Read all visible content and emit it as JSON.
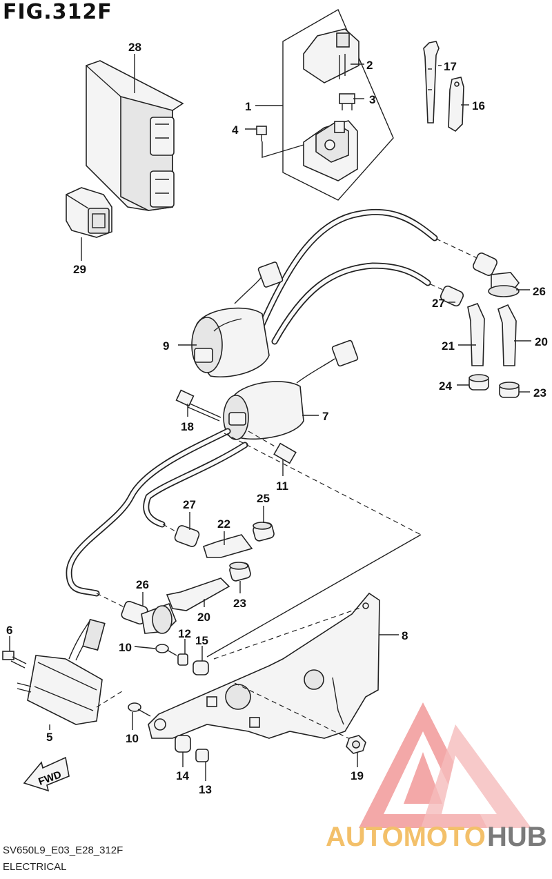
{
  "header": {
    "title": "FIG.312F"
  },
  "footer": {
    "code": "SV650L9_E03_E28_312F",
    "section": "ELECTRICAL"
  },
  "callouts": {
    "c1": "1",
    "c2": "2",
    "c3": "3",
    "c4": "4",
    "c5": "5",
    "c6": "6",
    "c7": "7",
    "c8": "8",
    "c9": "9",
    "c10a": "10",
    "c10b": "10",
    "c11": "11",
    "c12": "12",
    "c13": "13",
    "c14": "14",
    "c15": "15",
    "c16": "16",
    "c17": "17",
    "c18": "18",
    "c19": "19",
    "c20a": "20",
    "c20b": "20",
    "c21": "21",
    "c22": "22",
    "c23a": "23",
    "c23b": "23",
    "c24": "24",
    "c25": "25",
    "c26a": "26",
    "c26b": "26",
    "c27a": "27",
    "c27b": "27",
    "c28": "28",
    "c29": "29"
  },
  "fwd": {
    "label": "FWD"
  },
  "watermark": {
    "part1": "AUTOMOTO",
    "part2": "HUB",
    "color1": "#f3c06a",
    "color2": "#7a7a7a",
    "logo_color": "#f08a8a"
  }
}
